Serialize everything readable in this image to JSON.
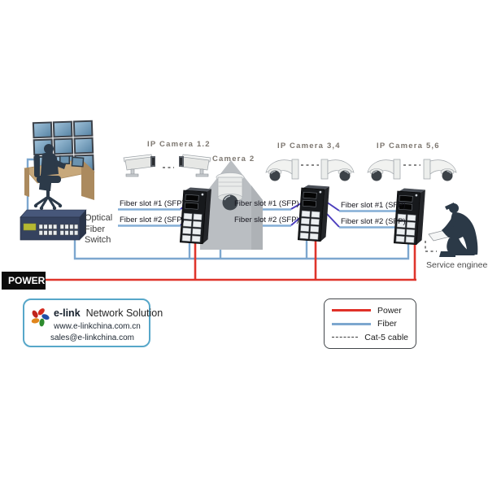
{
  "labels": {
    "ip_camera_group1": "IP Camera 1.2",
    "camera2": "Camera 2",
    "ip_camera_group2": "IP Camera 3,4",
    "ip_camera_group3": "IP Camera 5,6",
    "fiber_slot1": "Fiber slot #1 (SFP)",
    "fiber_slot2": "Fiber slot #2 (SFP)",
    "optical_switch": "Optical Fiber Switch",
    "power": "POWER",
    "service_engineer": "Service engineer"
  },
  "branding": {
    "logo_text": "e-link",
    "tagline": "Network Solution",
    "website": "www.e-linkchina.com.cn",
    "email": "sales@e-linkchina.com"
  },
  "legend": {
    "items": [
      {
        "label": "Power",
        "style": "solid",
        "color": "#e03128"
      },
      {
        "label": "Fiber",
        "style": "solid",
        "color": "#7da7cf"
      },
      {
        "label": "Cat-5 cable",
        "style": "dashed",
        "color": "#3c3c3c"
      }
    ]
  },
  "icons": {
    "logo": "pinwheel-swirl",
    "devices": [
      "video-wall",
      "operator-workstation",
      "optical-fiber-switch",
      "industrial-switch",
      "bullet-camera",
      "dome-camera",
      "ptz-dome-camera",
      "service-engineer-figure"
    ]
  },
  "colors": {
    "power_line": "#e03128",
    "fiber_line": "#7da7cf",
    "sfp_link_line": "#4b3dbd",
    "cat5_line": "#3c3c3c",
    "banner_bg": "#0c0c0c",
    "brand_border": "#57a7c9"
  }
}
